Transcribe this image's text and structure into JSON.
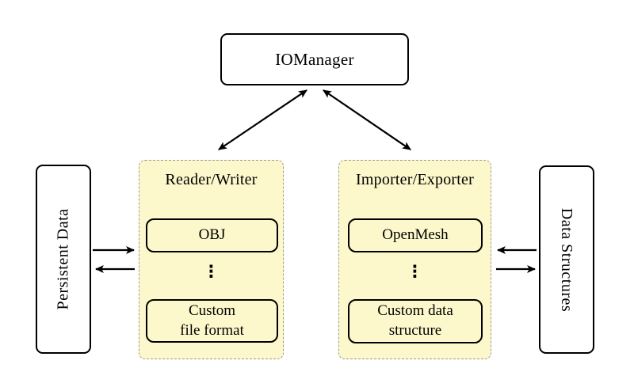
{
  "colors": {
    "background": "#ffffff",
    "panel_fill": "#fcf8cb",
    "panel_border": "#9b9b8f",
    "node_fill": "#ffffff",
    "line": "#000000"
  },
  "nodes": {
    "iomanager": "IOManager",
    "persistent_data": "Persistent Data",
    "data_structures": "Data Structures"
  },
  "reader_writer": {
    "title": "Reader/Writer",
    "top_item": "OBJ",
    "dots": "⋮",
    "bottom_item": "Custom\nfile format"
  },
  "importer_exporter": {
    "title": "Importer/Exporter",
    "top_item": "OpenMesh",
    "dots": "⋮",
    "bottom_item": "Custom data\nstructure"
  }
}
